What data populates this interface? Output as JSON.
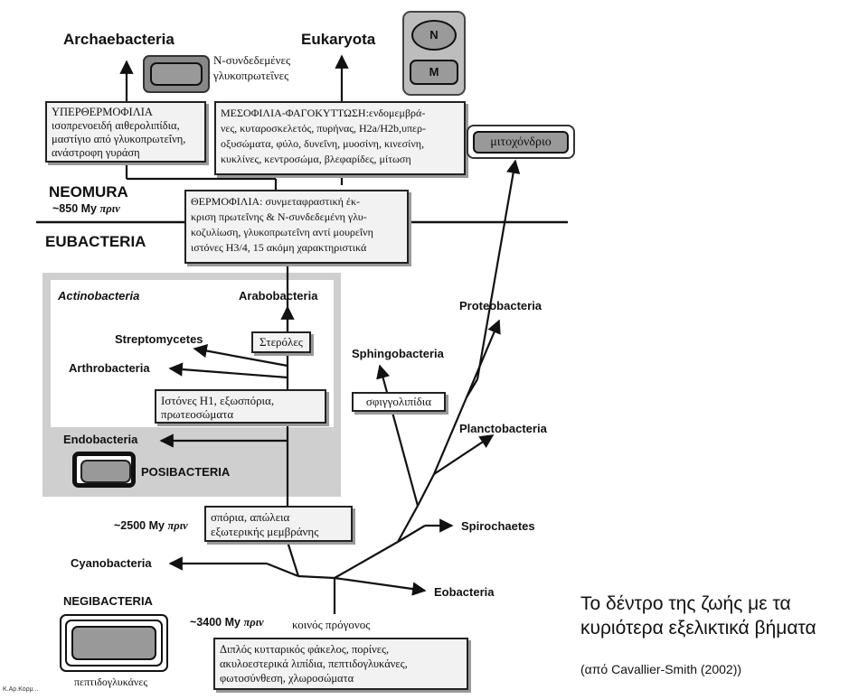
{
  "taxa": {
    "archaebacteria": "Archaebacteria",
    "eukaryota": "Eukaryota",
    "neomura": "NEOMURA",
    "eubacteria": "EUBACTERIA",
    "actinobacteria": "Actinobacteria",
    "arabobacteria": "Arabobacteria",
    "streptomycetes": "Streptomycetes",
    "arthrobacteria": "Arthrobacteria",
    "endobacteria": "Endobacteria",
    "posibacteria": "POSIBACTERIA",
    "negibacteria": "NEGIBACTERIA",
    "proteobacteria": "Proteobacteria",
    "sphingobacteria": "Sphingobacteria",
    "planctobacteria": "Planctobacteria",
    "spirochaetes": "Spirochaetes",
    "cyanobacteria": "Cyanobacteria",
    "eobacteria": "Eobacteria"
  },
  "times": {
    "t850_value": "~850 My",
    "t850_word": "πριν",
    "t2500_value": "~2500 My",
    "t2500_word": "πριν",
    "t3400_value": "~3400 My",
    "t3400_word": "πριν"
  },
  "boxes": {
    "hyperthermophily": [
      "ΥΠΕΡΘΕΡΜΟΦΙΛΙΑ",
      "ισοπρενοειδή αιθερολιπίδια,",
      "μαστίγιο από γλυκοπρωτεΐνη,",
      "ανάστροφη γυράση"
    ],
    "mesophily": [
      "ΜΕΣΟΦΙΛΙΑ-ΦΑΓΟΚΥΤΤΩΣΗ:ενδομεμβρά-",
      "νες, κυταροσκελετός, πυρήνας, H2a/H2b,υπερ-",
      "οξυσώματα, φύλο, δυνεΐνη, μυοσίνη, κινεσίνη,",
      "κυκλίνες, κεντροσώμα, βλεφαρίδες, μίτωση"
    ],
    "thermophily": [
      "ΘΕΡΜΟΦΙΛΙΑ: συνμεταφραστική έκ-",
      "κριση πρωτεΐνης & N-συνδεδεμένη γλυ-",
      "κοζυλίωση, γλυκοπρωτεΐνη αντί μουρεΐνη",
      "ιστόνες H3/4, 15 ακόμη χαρακτηριστικά"
    ],
    "sterols": [
      "Στερόλες"
    ],
    "histones": [
      "Ιστόνες H1, εξωσπόρια,",
      "πρωτεοσώματα"
    ],
    "spores": [
      "σπόρια, απώλεια",
      "εξωτερικής μεμβράνης"
    ],
    "sphingolipids": [
      "σφιγγολιπίδια"
    ],
    "mitochondrion": [
      "μιτοχόνδριο"
    ],
    "double_envelope": [
      "Διπλός κυτταρικός φάκελος, πορίνες,",
      "ακυλοεστερικά λιπίδια, πεπτιδογλυκάνες,",
      "φωτοσύνθεση, χλωροσώματα"
    ]
  },
  "labels": {
    "n_glycoproteins_1": "N-συνδεδεμένες",
    "n_glycoproteins_2": "γλυκοπρωτεΐνες",
    "common_ancestor": "κοινός πρόγονος",
    "peptidoglycans": "πεπτιδογλυκάνες",
    "nucleus_letter": "N",
    "mito_letter": "M"
  },
  "caption": {
    "line1": "Το δέντρο της ζωής με τα",
    "line2": "κυριότερα εξελικτικά βήματα",
    "source": "(από Cavallier-Smith (2002))"
  },
  "footer_credit": "Κ.Αρ.Κορμ..."
}
